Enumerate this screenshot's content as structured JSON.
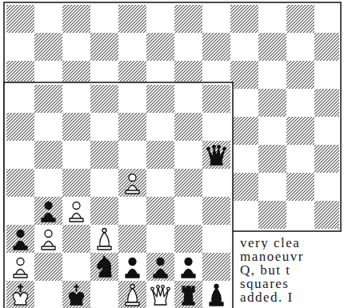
{
  "diagram": {
    "labels": [
      "very clea",
      "manoeuvr",
      "Q, but t",
      "squares",
      "added. I"
    ]
  }
}
